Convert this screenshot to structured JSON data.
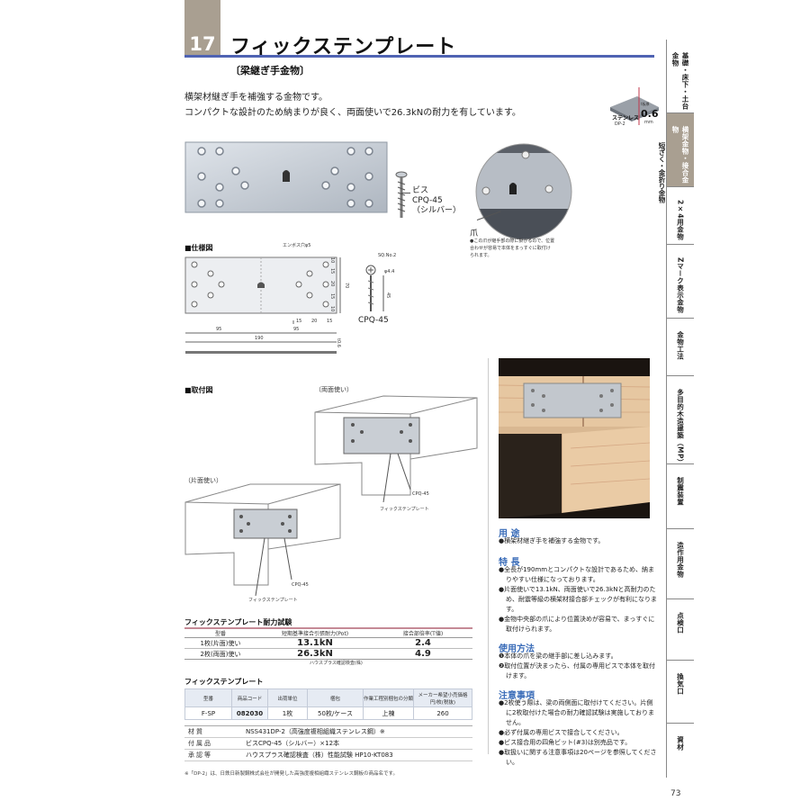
{
  "header": {
    "number": "17",
    "title": "フィックステンプレート",
    "subtitle": "〔梁継ぎ手金物〕",
    "intro_line1": "横架材継ぎ手を補強する金物です。",
    "intro_line2": "コンパクトな設計のため納まりが良く、両面使いで26.3kNの耐力を有しています。"
  },
  "badge": {
    "label": "ステンレス",
    "grade": "DP-2",
    "caption": "t板厚",
    "thickness": "0.6",
    "unit": "mm"
  },
  "side_note": "短ざく・金折り金物",
  "tabs": [
    {
      "label": "基礎・床下・土台金物",
      "active": false
    },
    {
      "label": "横架金物・接合金物",
      "active": true
    },
    {
      "label": "2×4用金物",
      "active": false
    },
    {
      "label": "Zマーク表示金物",
      "active": false
    },
    {
      "label": "金物工法",
      "active": false
    },
    {
      "label": "多目的木造建築（MP）",
      "active": false
    },
    {
      "label": "制震装置",
      "active": false
    },
    {
      "label": "造作用金物",
      "active": false
    },
    {
      "label": "点検口",
      "active": false
    },
    {
      "label": "換気口",
      "active": false
    },
    {
      "label": "資材",
      "active": false
    }
  ],
  "screw_callout": {
    "line1": "ビス",
    "line2": "CPQ-45",
    "line3": "（シルバー）"
  },
  "claw": {
    "label": "爪",
    "note1": "●この爪が継手部の際に掛かるので、位置",
    "note2": "合わせが容易で本体をまっすぐに取付け",
    "note3": "られます。"
  },
  "spec_drawing": {
    "label": "■仕様図",
    "emboss_note": "エンボス穴φ5",
    "screw_name": "CPQ-45",
    "screw_spec": "SQ.No.2",
    "screw_dia": "φ4.4",
    "screw_len": "45",
    "dim_half_left": "95",
    "dim_half_right": "95",
    "dim_total": "190",
    "dim_height": "70",
    "dim_thickness": "t0.6",
    "dim_a": "15",
    "dim_b": "20",
    "dim_c": "15",
    "dim_v1": "10",
    "dim_v2": "15",
    "dim_v3": "20",
    "dim_v4": "15",
    "dim_v5": "10"
  },
  "install": {
    "label": "■取付図",
    "both_sides": "（両面使い）",
    "one_side": "（片面使い）",
    "screw": "CPQ-45",
    "plate": "フィックステンプレート"
  },
  "strength_table": {
    "title": "フィックステンプレート耐力試験",
    "headers": [
      "型番",
      "短期基準接合引張耐力(Pot)",
      "接合部倍率(T値)"
    ],
    "rows": [
      {
        "type": "1枚(片面)使い",
        "force": "13.1kN",
        "ratio": "2.4"
      },
      {
        "type": "2枚(両面)使い",
        "force": "26.3kN",
        "ratio": "4.9"
      }
    ],
    "note": "ハウスプラス確認検査(株)"
  },
  "product_table": {
    "title": "フィックステンプレート",
    "headers": [
      "型番",
      "商品コード",
      "出荷単位",
      "梱包",
      "作業工程別梱包の分類",
      "メーカー希望小売価格 円/枚(税抜)"
    ],
    "row": [
      "F-SP",
      "082030",
      "1枚",
      "50枚/ケース",
      "上棟",
      "260"
    ]
  },
  "specs": [
    {
      "k": "材質",
      "v": "NSS431DP-2（高強度複相組織ステンレス鋼）※"
    },
    {
      "k": "付属品",
      "v": "ビスCPQ-45（シルバー）×12本"
    },
    {
      "k": "承認等",
      "v": "ハウスプラス確認検査（株）性能試験 HP10-KT083"
    }
  ],
  "footnote": "※「DP-2」は、日鉄日新製鋼株式会社が開発した高強度複相組織ステンレス鋼板の商品名です。",
  "usage": {
    "head": "用 途",
    "text": "●横架材継ぎ手を補強する金物です。"
  },
  "features": {
    "head": "特 長",
    "items": [
      "●全長が190mmとコンパクトな設計であるため、納まりやすい仕様になっております。",
      "●片面使いで13.1kN、両面使いで26.3kNと高耐力のため、耐震等級の横架材接合部チェックが有利になります。",
      "●金物中央部の爪により位置決めが容易で、まっすぐに取付けられます。"
    ]
  },
  "method": {
    "head": "使用方法",
    "items": [
      "❶本体の爪を梁の継手部に差し込みます。",
      "❷取付位置が決まったら、付属の専用ビスで本体を取付けます。"
    ]
  },
  "cautions": {
    "head": "注意事項",
    "items": [
      "●2枚使う際は、梁の両側面に取付けてください。片側に2枚取付けた場合の耐力確認試験は実施しておりません。",
      "●必ず付属の専用ビスで接合してください。",
      "●ビス接合用の四角ビット(#3)は別売品です。",
      "●取扱いに関する注意事項は20ページを参照してください。"
    ]
  },
  "page_number": "73"
}
